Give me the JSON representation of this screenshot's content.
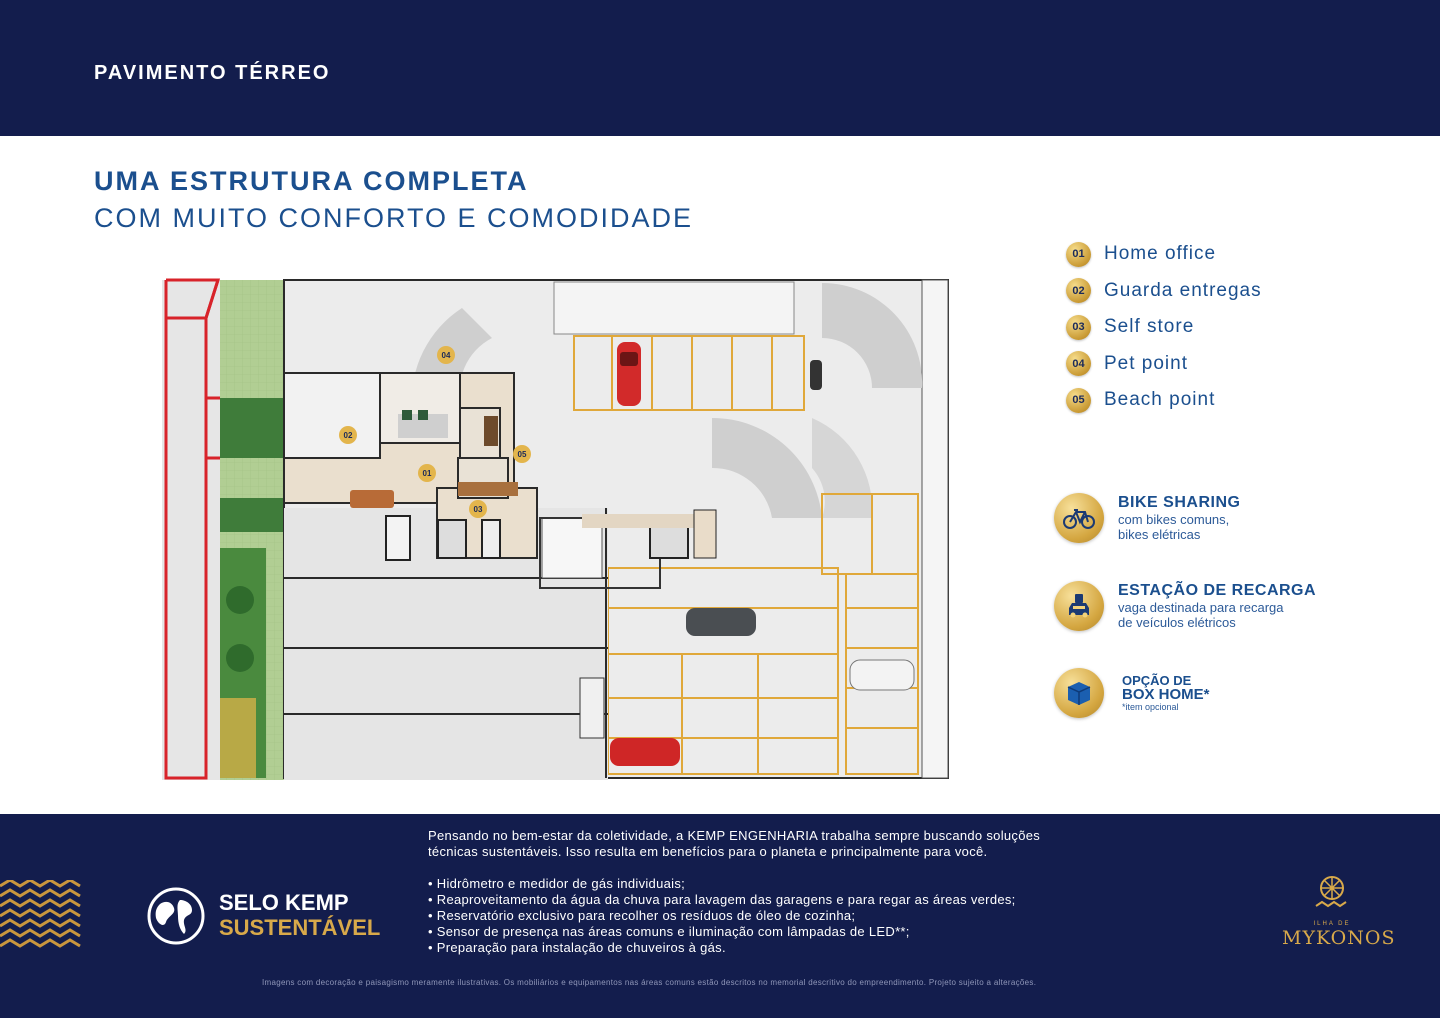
{
  "header": {
    "floor_title": "PAVIMENTO TÉRREO"
  },
  "headline": {
    "line1": "UMA ESTRUTURA COMPLETA",
    "line2": "COM MUITO CONFORTO E COMODIDADE"
  },
  "legend": [
    {
      "num": "01",
      "label": "Home office"
    },
    {
      "num": "02",
      "label": "Guarda entregas"
    },
    {
      "num": "03",
      "label": "Self store"
    },
    {
      "num": "04",
      "label": "Pet point"
    },
    {
      "num": "05",
      "label": "Beach point"
    }
  ],
  "features": {
    "bike": {
      "title": "BIKE SHARING",
      "line1": "com bikes comuns,",
      "line2": "bikes elétricas",
      "icon": "bicycle-icon"
    },
    "charging": {
      "title": "ESTAÇÃO DE RECARGA",
      "line1": "vaga destinada para recarga",
      "line2": "de veículos elétricos",
      "icon": "ev-charging-icon"
    },
    "box": {
      "title_small": "OPÇÃO DE",
      "title_big": "BOX HOME*",
      "note": "*item opcional",
      "icon": "storage-box-icon"
    }
  },
  "sustainability": {
    "selo_line1": "SELO KEMP",
    "selo_line2": "SUSTENTÁVEL",
    "intro_line1": "Pensando no bem-estar da coletividade, a KEMP ENGENHARIA trabalha sempre buscando soluções",
    "intro_line2": "técnicas sustentáveis. Isso resulta em benefícios para o planeta e principalmente para você.",
    "bullets": [
      "• Hidrômetro e medidor de gás individuais;",
      "• Reaproveitamento da água da chuva para lavagem das garagens e para regar as áreas verdes;",
      "• Reservatório exclusivo para recolher os resíduos de óleo de cozinha;",
      "• Sensor de presença nas áreas comuns e iluminação com lâmpadas de LED**;",
      "• Preparação para instalação de chuveiros à gás."
    ]
  },
  "disclaimer": "Imagens com decoração e paisagismo meramente ilustrativas. Os mobiliários e equipamentos nas áreas comuns estão descritos no memorial descritivo do empreendimento. Projeto sujeito a alterações.",
  "logo": {
    "small": "ILHA DE",
    "name": "MYKONOS"
  },
  "plan_markers": [
    "01",
    "02",
    "03",
    "04",
    "05"
  ],
  "colors": {
    "navy": "#131d4d",
    "blue_text": "#1b4f8e",
    "gold": "#d8a94a",
    "parking_line": "#e0a83a"
  }
}
